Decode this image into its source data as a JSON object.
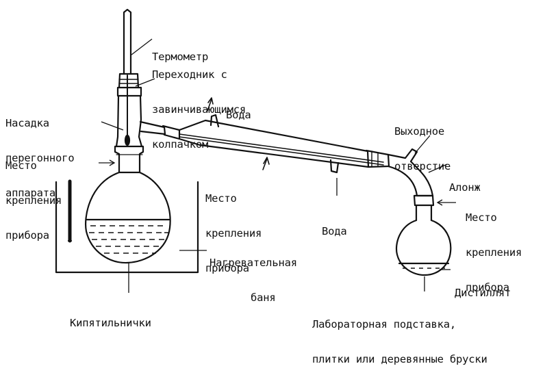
{
  "labels": {
    "thermometer": "Термометр",
    "adapter": [
      "Переходник с",
      "завинчивающимся",
      "колпачком"
    ],
    "water_top": "Вода",
    "head": [
      "Насадка",
      "перегонного",
      "аппарата"
    ],
    "clamp_left": [
      "Место",
      "крепления",
      "прибора"
    ],
    "clamp_middle": [
      "Место",
      "крепления",
      "прибора"
    ],
    "water_bottom": "Вода",
    "outlet": [
      "Выходное",
      "отверстие"
    ],
    "alonge": "Алонж",
    "clamp_right": [
      "Место",
      "крепления",
      "прибора"
    ],
    "bath": [
      "Нагревательная",
      "баня"
    ],
    "distillate": "Дистиллят",
    "boiling_chips": "Кипятильнички",
    "support": [
      "Лабораторная подставка,",
      "плитки или деревянные бруски"
    ]
  },
  "colors": {
    "ink": "#111111",
    "background": "#ffffff"
  }
}
